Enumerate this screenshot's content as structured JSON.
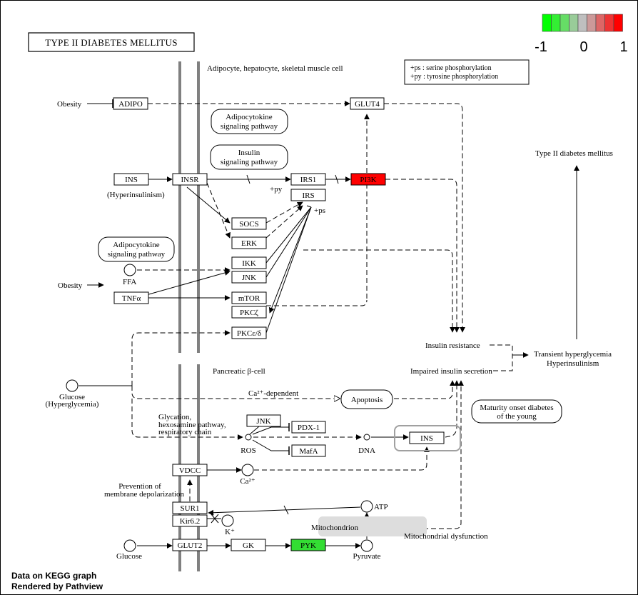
{
  "title": "TYPE II DIABETES MELLITUS",
  "legend": {
    "min_label": "-1",
    "mid_label": "0",
    "max_label": "1",
    "colors": [
      "#00ff00",
      "#33ee33",
      "#66dd66",
      "#99cc99",
      "#bfbfbf",
      "#cc9999",
      "#dd6666",
      "#ee3333",
      "#ff0000"
    ]
  },
  "phospho_note": {
    "line1": "+ps : serine phosphorylation",
    "line2": "+py : tyrosine phosphorylation"
  },
  "compartments": {
    "top": "Adipocyte, hepatocyte, skeletal muscle cell",
    "bottom": "Pancreatic β-cell"
  },
  "genes": {
    "adipo": "ADIPO",
    "glut4": "GLUT4",
    "ins_top": "INS",
    "insr": "INSR",
    "irs1": "IRS1",
    "pi3k": "PI3K",
    "irs": "IRS",
    "socs": "SOCS",
    "erk": "ERK",
    "ikk": "IKK",
    "jnk_top": "JNK",
    "tnfa": "TNFα",
    "mtor": "mTOR",
    "pkcz": "PKCζ",
    "pkced": "PKCε/δ",
    "jnk_mid": "JNK",
    "pdx1": "PDX-1",
    "mafa": "MafA",
    "ins_mid": "INS",
    "vdcc": "VDCC",
    "sur1": "SUR1",
    "kir62": "Kir6.2",
    "glut2": "GLUT2",
    "gk": "GK",
    "pyk": "PYK"
  },
  "gene_colors": {
    "pi3k": "#ff0000",
    "pyk": "#33dd33"
  },
  "pathways": {
    "adipocytokine_top_1": "Adipocytokine",
    "adipocytokine_top_2": "signaling pathway",
    "insulin_1": "Insulin",
    "insulin_2": "signaling pathway",
    "adipocytokine_mid_1": "Adipocytokine",
    "adipocytokine_mid_2": "signaling pathway",
    "apoptosis": "Apoptosis",
    "mody_1": "Maturity onset diabetes",
    "mody_2": "of the young"
  },
  "labels": {
    "obesity_top": "Obesity",
    "obesity_mid": "Obesity",
    "hyperinsulinism": "(Hyperinsulinism)",
    "py": "+py",
    "ps": "+ps",
    "ffa": "FFA",
    "t2dm": "Type II diabetes mellitus",
    "insulin_resistance": "Insulin resistance",
    "impaired_secretion": "Impaired insulin secretion",
    "transient_1": "Transient hyperglycemia",
    "transient_2": "Hyperinsulinism",
    "glucose_hyper_1": "Glucose",
    "glucose_hyper_2": "(Hyperglycemia)",
    "ca_dependent": "Ca²⁺-dependent",
    "glycation_1": "Glycation,",
    "glycation_2": "hexosamine pathway,",
    "glycation_3": "respiratory chain",
    "ros": "ROS",
    "dna": "DNA",
    "ca2": "Ca²⁺",
    "prevention_1": "Prevention of",
    "prevention_2": "membrane depolarization",
    "k_plus": "K⁺",
    "atp": "ATP",
    "mitochondrion": "Mitochondrion",
    "mito_dysfunction": "Mitochondrial dysfunction",
    "glucose_bottom": "Glucose",
    "pyruvate": "Pyruvate"
  },
  "footer": {
    "line1": "Data on KEGG graph",
    "line2": "Rendered by Pathview"
  }
}
